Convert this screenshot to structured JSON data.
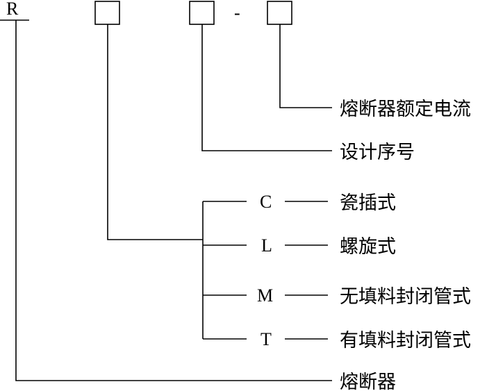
{
  "model_code": {
    "prefix": "R",
    "separator": "-"
  },
  "annotations": {
    "rated_current": "熔断器额定电流",
    "design_serial": "设计序号",
    "fuse": "熔断器"
  },
  "types": [
    {
      "code": "C",
      "label": "瓷插式"
    },
    {
      "code": "L",
      "label": "螺旋式"
    },
    {
      "code": "M",
      "label": "无填料封闭管式"
    },
    {
      "code": "T",
      "label": "有填料封闭管式"
    }
  ]
}
